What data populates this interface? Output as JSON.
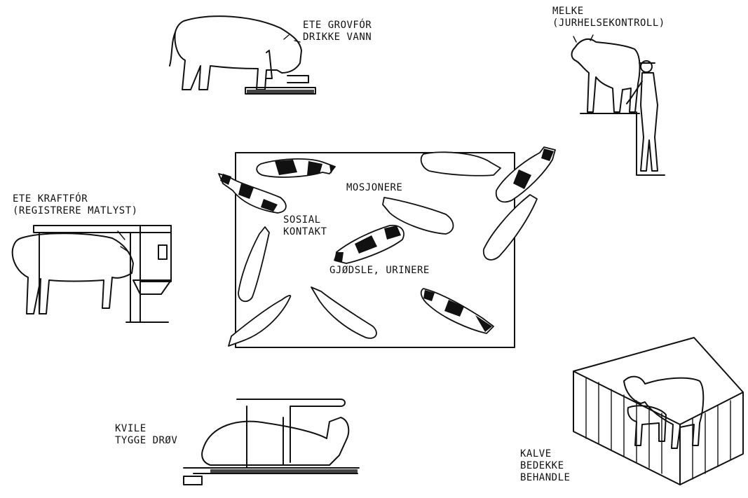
{
  "labels": {
    "feed_roughage": [
      "ETE GROVFÓR",
      "DRIKKE VANN"
    ],
    "milking": [
      "MELKE",
      "(JURHELSEKONTROLL)"
    ],
    "concentrate": [
      "ETE KRAFTFÓR",
      "(REGISTRERE MATLYST)"
    ],
    "exercise": [
      "MOSJONERE"
    ],
    "social": [
      "SOSIAL",
      "KONTAKT"
    ],
    "manure": [
      "GJØDSLE, URINERE"
    ],
    "rest": [
      "KVILE",
      "TYGGE DRØV"
    ],
    "calving": [
      "KALVE",
      "BEDEKKE",
      "BEHANDLE"
    ]
  }
}
